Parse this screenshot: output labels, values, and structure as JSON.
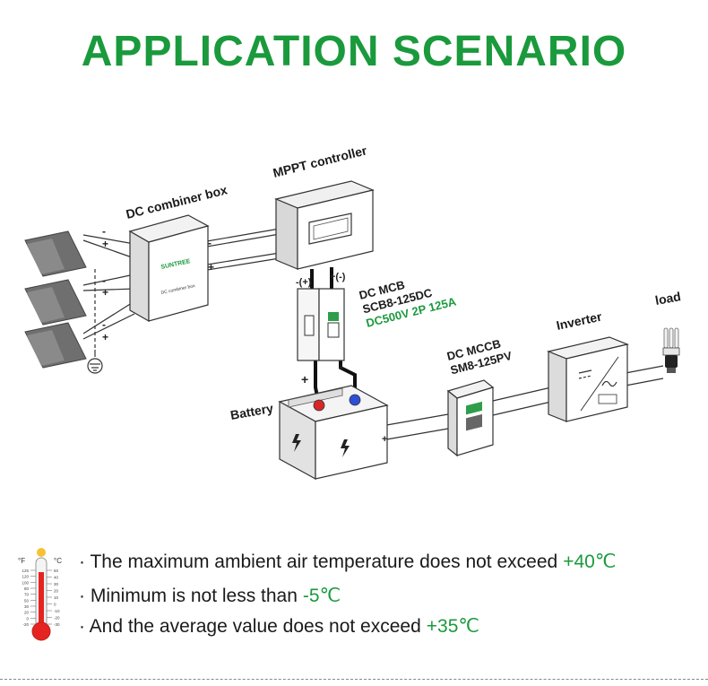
{
  "page": {
    "title": "APPLICATION SCENARIO",
    "accent_color": "#1a9a3c",
    "text_color": "#1a1a1a"
  },
  "components": {
    "dc_combiner_box": {
      "label": "DC combiner box",
      "brand": "SUNTREE",
      "caption": "DC combiner box"
    },
    "mppt_controller": {
      "label": "MPPT controller"
    },
    "dc_mcb": {
      "label_line1": "DC MCB",
      "label_line2": "SCB8-125DC",
      "rating": "DC500V 2P 125A"
    },
    "dc_mccb": {
      "label_line1": "DC MCCB",
      "label_line2": "SM8-125PV"
    },
    "inverter": {
      "label": "Inverter"
    },
    "load": {
      "label": "load"
    },
    "battery": {
      "label": "Battery"
    }
  },
  "polarity": {
    "plus": "+",
    "minus": "-",
    "plus_paren": "+(-)",
    "minus_paren": "-(+)"
  },
  "conditions": [
    {
      "text": "· The maximum ambient air temperature does not exceed",
      "value": "+40℃"
    },
    {
      "text": "· Minimum is not less than",
      "value": "-5℃"
    },
    {
      "text": "· And the average value does not exceed",
      "value": "+35℃"
    }
  ],
  "thermometer": {
    "unit_f": "°F",
    "unit_c": "°C",
    "f_ticks": [
      "125",
      "120",
      "100",
      "80",
      "70",
      "50",
      "30",
      "20",
      "0",
      "-20"
    ],
    "c_ticks": [
      "50",
      "40",
      "30",
      "20",
      "10",
      "0",
      "-10",
      "-20",
      "-30"
    ],
    "liquid_color": "#e52421"
  }
}
